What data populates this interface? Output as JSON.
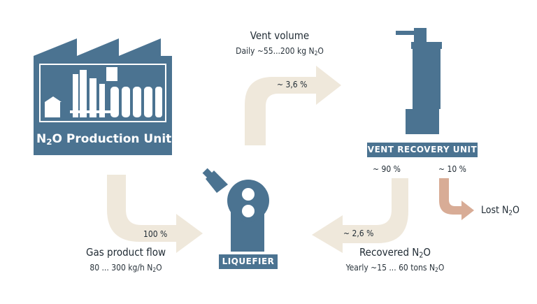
{
  "colors": {
    "brand": "#4b7391",
    "flow_arrow": "#efe8db",
    "lost_arrow": "#d8ac96",
    "text": "#1f2a33",
    "white": "#ffffff"
  },
  "production_unit": {
    "label_pre": "N",
    "label_sub": "2",
    "label_post": "O Production Unit",
    "icon": "factory-icon"
  },
  "liquefier": {
    "label": "LIQUEFIER",
    "icon": "liquefier-vessel-icon"
  },
  "vent_recovery": {
    "label": "VENT RECOVERY UNIT",
    "icon": "recovery-column-icon"
  },
  "vent_volume": {
    "title": "Vent volume",
    "sub_pre": "Daily ~55...200 kg N",
    "sub_sub": "2",
    "sub_post": "O"
  },
  "gas_product": {
    "title": "Gas product flow",
    "sub_pre": "80 ... 300 kg/h N",
    "sub_sub": "2",
    "sub_post": "O"
  },
  "recovered": {
    "title_pre": "Recovered N",
    "title_sub": "2",
    "title_post": "O",
    "sub_pre": "Yearly ~15 ... 60 tons N",
    "sub_sub": "2",
    "sub_post": "O"
  },
  "lost": {
    "pre": "Lost N",
    "sub": "2",
    "post": "O"
  },
  "percentages": {
    "gas_flow": "100 %",
    "vent_flow": "~ 3,6 %",
    "recovered_split": "~ 90 %",
    "lost_split": "~ 10 %",
    "return_flow": "~ 2,6 %"
  }
}
